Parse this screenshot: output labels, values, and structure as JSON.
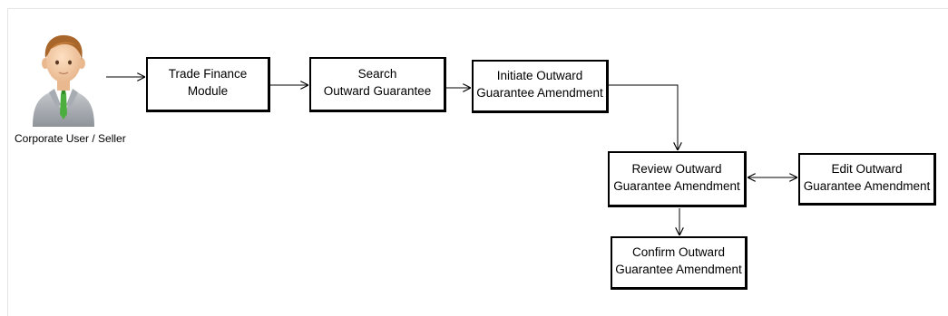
{
  "actor": {
    "label": "Corporate User / Seller",
    "icon": "user-avatar-icon"
  },
  "steps": [
    {
      "id": "trade-finance-module",
      "lines": [
        "Trade Finance",
        "Module"
      ]
    },
    {
      "id": "search-outward-guarantee",
      "lines": [
        "Search",
        "Outward Guarantee"
      ]
    },
    {
      "id": "initiate-outward-guarantee-amendment",
      "lines": [
        "Initiate Outward",
        "Guarantee Amendment"
      ]
    },
    {
      "id": "review-outward-guarantee-amendment",
      "lines": [
        "Review Outward",
        "Guarantee Amendment"
      ]
    },
    {
      "id": "edit-outward-guarantee-amendment",
      "lines": [
        "Edit Outward",
        "Guarantee Amendment"
      ]
    },
    {
      "id": "confirm-outward-guarantee-amendment",
      "lines": [
        "Confirm Outward",
        "Guarantee Amendment"
      ]
    }
  ],
  "connections": [
    {
      "from": "actor",
      "to": "trade-finance-module"
    },
    {
      "from": "trade-finance-module",
      "to": "search-outward-guarantee"
    },
    {
      "from": "search-outward-guarantee",
      "to": "initiate-outward-guarantee-amendment"
    },
    {
      "from": "initiate-outward-guarantee-amendment",
      "to": "review-outward-guarantee-amendment"
    },
    {
      "from": "review-outward-guarantee-amendment",
      "to": "edit-outward-guarantee-amendment",
      "bidirectional": true
    },
    {
      "from": "review-outward-guarantee-amendment",
      "to": "confirm-outward-guarantee-amendment"
    }
  ],
  "colors": {
    "box_border": "#000000",
    "connector": "#000000",
    "frame": "#e4e4e4"
  }
}
